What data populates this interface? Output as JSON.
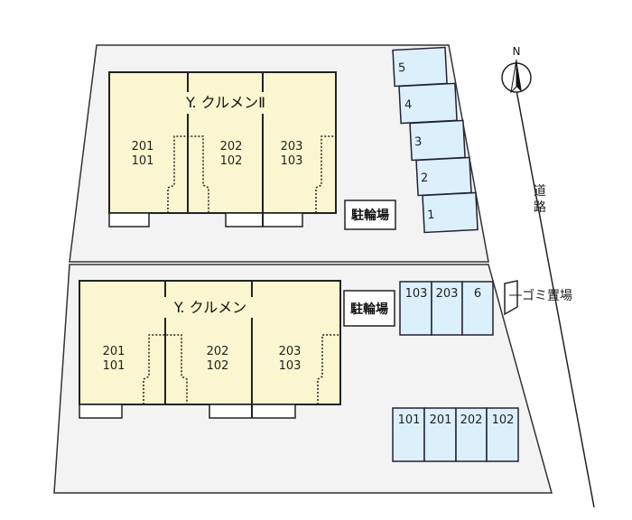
{
  "compass": {
    "north_label": "N"
  },
  "road_label": [
    "道",
    "路"
  ],
  "garbage_label": "ゴミ置場",
  "building_upper": {
    "name": "Y. クルメンⅡ",
    "units": [
      [
        "201",
        "101"
      ],
      [
        "202",
        "102"
      ],
      [
        "203",
        "103"
      ]
    ]
  },
  "building_lower": {
    "name": "Y. クルメン",
    "units": [
      [
        "201",
        "101"
      ],
      [
        "202",
        "102"
      ],
      [
        "203",
        "103"
      ]
    ]
  },
  "bike_parking_label": "駐輪場",
  "parking_upper": [
    "5",
    "4",
    "3",
    "2",
    "1"
  ],
  "parking_lower_top": [
    "103",
    "203",
    "6"
  ],
  "parking_lower_bottom": [
    "101",
    "201",
    "202",
    "102"
  ],
  "colors": {
    "building": "#fbf6cf",
    "parking": "#dcf0fb",
    "lot": "#f3f3f3"
  }
}
